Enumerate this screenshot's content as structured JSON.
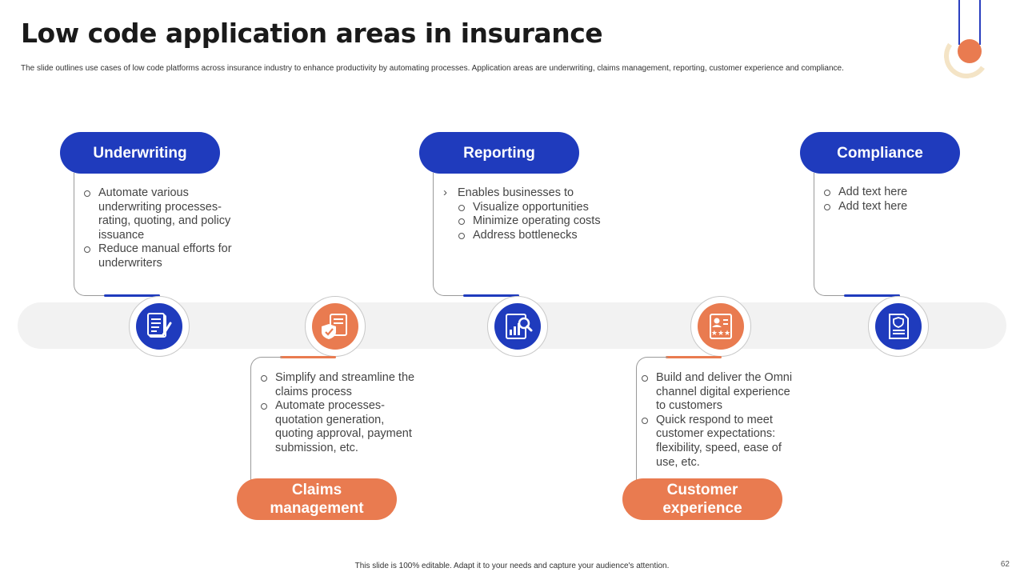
{
  "title": "Low code application areas in insurance",
  "subtitle": "The slide outlines use cases of low code platforms across insurance industry to enhance productivity by automating processes. Application areas are underwriting, claims management,  reporting, customer experience and compliance.",
  "areas": {
    "underwriting": {
      "label": "Underwriting",
      "bullets": [
        "Automate various underwriting processes- rating, quoting, and policy issuance",
        "Reduce manual efforts for underwriters"
      ]
    },
    "claims": {
      "label": "Claims management",
      "bullets": [
        "Simplify and streamline the claims process",
        "Automate processes- quotation generation, quoting approval, payment submission, etc."
      ]
    },
    "reporting": {
      "label": "Reporting",
      "lead": "Enables businesses to",
      "bullets": [
        "Visualize opportunities",
        "Minimize operating costs",
        "Address bottlenecks"
      ]
    },
    "customer": {
      "label": "Customer experience",
      "bullets": [
        "Build and deliver the Omni channel digital experience to customers",
        "Quick respond to meet customer expectations: flexibility,  speed, ease of use, etc."
      ]
    },
    "compliance": {
      "label": "Compliance",
      "bullets": [
        "Add text here",
        "Add text here"
      ]
    }
  },
  "icons": {
    "underwriting": "document-pen-icon",
    "claims": "shield-check-document-icon",
    "reporting": "chart-magnifier-icon",
    "customer": "profile-rating-icon",
    "compliance": "certificate-shield-icon"
  },
  "colors": {
    "blue": "#1f3bbd",
    "orange": "#e97b50",
    "band": "#f2f2f2"
  },
  "footer": "This slide is 100% editable. Adapt it to your needs and capture your audience's attention.",
  "page_number": "62"
}
